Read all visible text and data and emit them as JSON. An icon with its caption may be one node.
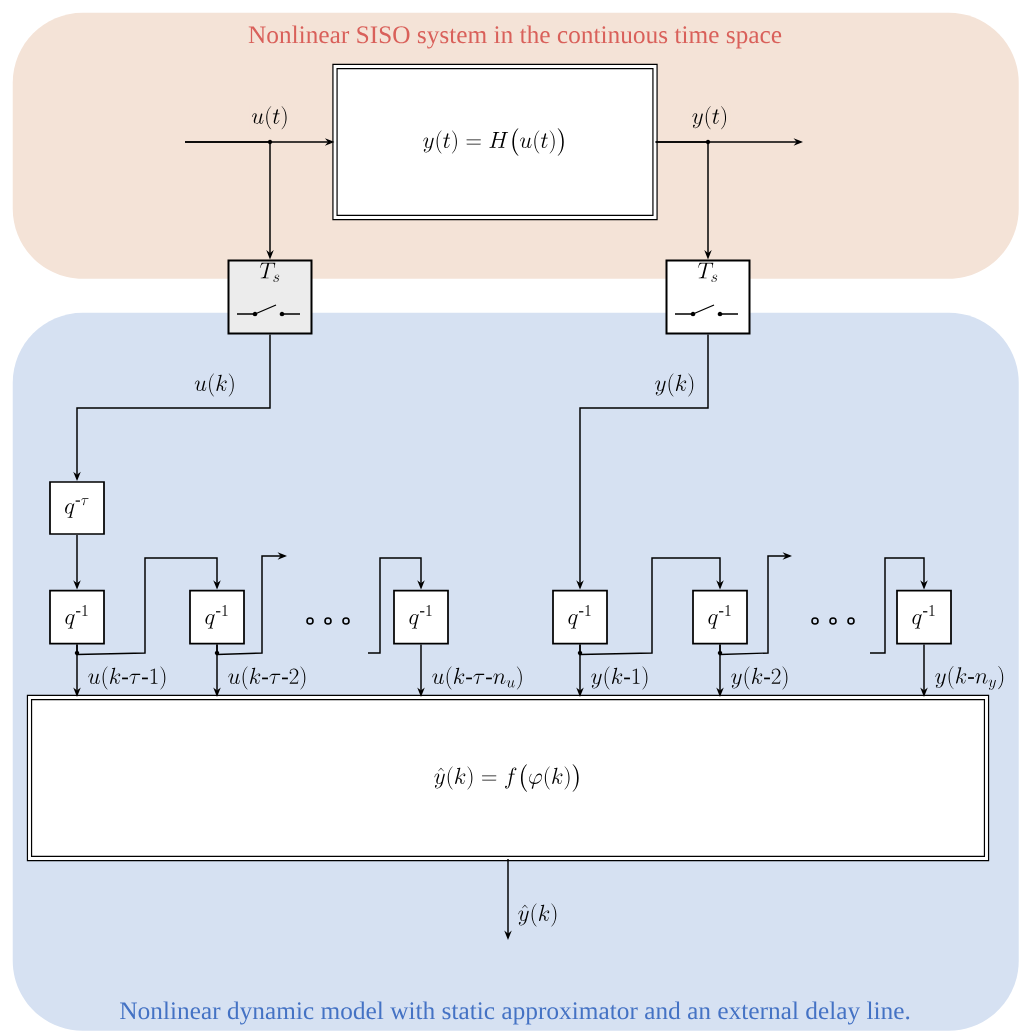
{
  "diagram": {
    "nodes": [
      {
        "text": [
          "Nonlinear SISO system in the continuous time space"
        ]
      },
      {
        "text": [
          "y(t) = H\\big(u(t)\\big)"
        ],
        "in": 0
      },
      {
        "text": [
          "T_s"
        ]
      },
      {
        "text": [
          "T_s"
        ]
      },
      {
        "text": [
          "Nonlinear dynamic  model with static approximator and an external delay line."
        ]
      },
      {
        "text": [
          "q^{\\text{-}\\tau}"
        ],
        "in": 4
      },
      {
        "text": [
          "q^{\\text{-}1}"
        ],
        "in": 4
      },
      {
        "text": [
          "q^{\\text{-}1}"
        ],
        "in": 4
      },
      {
        "text": [
          "q^{\\text{-}1}"
        ],
        "in": 4
      },
      {
        "text": [
          "q^{\\text{-}1}"
        ],
        "in": 4
      },
      {
        "text": [
          "q^{\\text{-}1}"
        ],
        "in": 4
      },
      {
        "text": [
          "q^{\\text{-}1}"
        ],
        "in": 4
      },
      {
        "text": [
          "\\hat{y}(k) = f\\big(\\varphi(k)\\big)"
        ],
        "in": 4
      }
    ],
    "edges": [
      {
        "from": null,
        "to": 1,
        "arrow": "to",
        "label": "u(t)"
      },
      {
        "from": null,
        "to": 2,
        "arrow": "to"
      },
      {
        "from": 1,
        "to": null,
        "arrow": "to",
        "label": "y(t)"
      },
      {
        "from": 1,
        "to": 3,
        "arrow": "to"
      },
      {
        "from": 2,
        "to": 5,
        "arrow": "to",
        "label": "u(k)"
      },
      {
        "from": 3,
        "to": 9,
        "arrow": "to",
        "label": "y(k)"
      },
      {
        "from": 5,
        "to": 6,
        "arrow": "to"
      },
      {
        "from": 6,
        "to": 7,
        "arrow": "to"
      },
      {
        "from": 6,
        "to": 12,
        "arrow": "to",
        "label": "u(k\\text{-}\\tau\\text{-}1)"
      },
      {
        "from": 7,
        "to": null,
        "arrow": "to"
      },
      {
        "from": 7,
        "to": 12,
        "arrow": "to",
        "label": "u(k\\text{-}\\tau\\text{-}2)"
      },
      {
        "from": null,
        "to": 8,
        "arrow": "to"
      },
      {
        "from": 8,
        "to": 12,
        "arrow": "to",
        "label": "u(k\\text{-}\\tau\\text{-}n_u)"
      },
      {
        "from": 9,
        "to": 10,
        "arrow": "to"
      },
      {
        "from": 9,
        "to": 12,
        "arrow": "to",
        "label": "y(k\\text{-}1)"
      },
      {
        "from": 10,
        "to": null,
        "arrow": "to"
      },
      {
        "from": 10,
        "to": 12,
        "arrow": "to",
        "label": "y(k\\text{-}2)"
      },
      {
        "from": null,
        "to": 11,
        "arrow": "to"
      },
      {
        "from": 11,
        "to": 12,
        "arrow": "to",
        "label": "y(k\\text{-}n_y)"
      },
      {
        "from": 12,
        "to": null,
        "arrow": "to",
        "label": "\\hat{y}(k)"
      }
    ]
  }
}
